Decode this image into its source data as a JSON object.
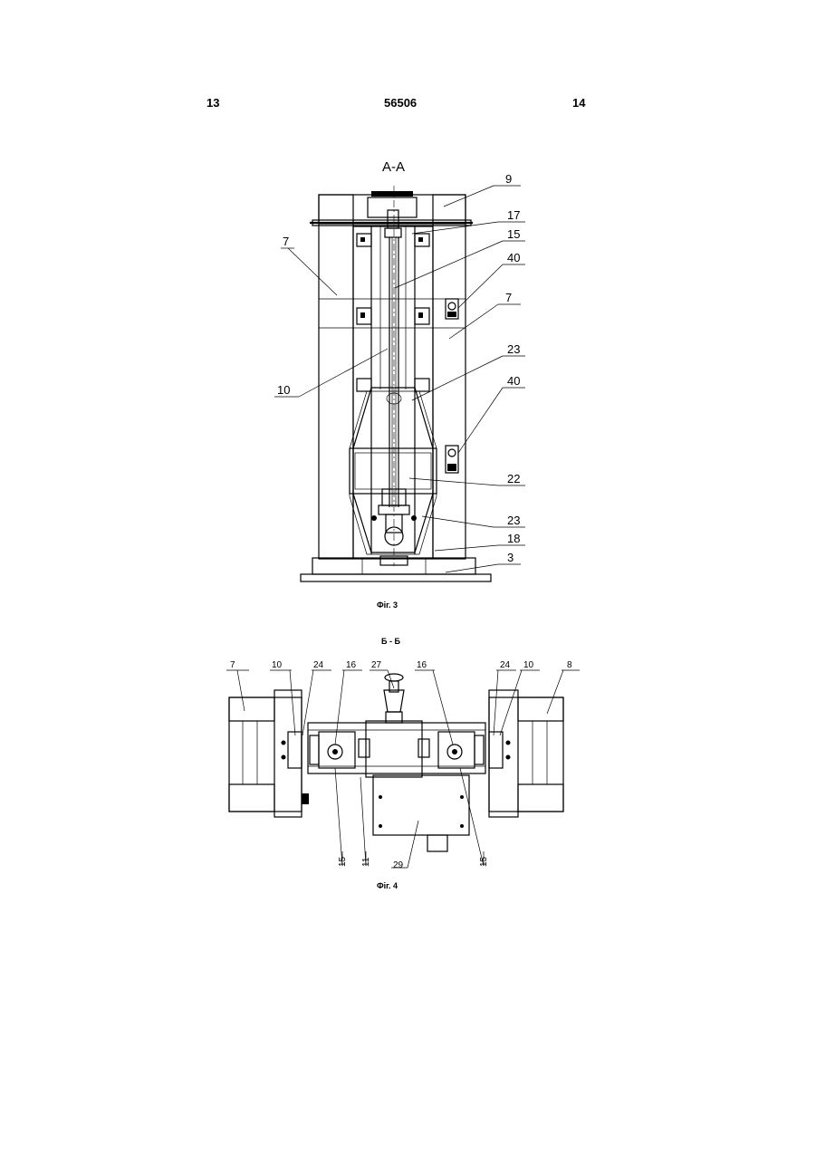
{
  "header": {
    "page_left": "13",
    "patent_number": "56506",
    "page_right": "14"
  },
  "fig3": {
    "section_label": "А-А",
    "caption": "Фіг. 3",
    "labels": {
      "l9": "9",
      "l17": "17",
      "l15": "15",
      "l7a": "7",
      "l40a": "40",
      "l7b": "7",
      "l23a": "23",
      "l10": "10",
      "l40b": "40",
      "l22": "22",
      "l23b": "23",
      "l18": "18",
      "l3": "3"
    }
  },
  "fig4": {
    "section_label": "Б - Б",
    "caption": "Фіг. 4",
    "labels": {
      "l7": "7",
      "l10a": "10",
      "l24a": "24",
      "l16a": "16",
      "l27": "27",
      "l16b": "16",
      "l24b": "24",
      "l10b": "10",
      "l8": "8",
      "l15a": "15",
      "l11": "11",
      "l29": "29",
      "l15b": "15"
    }
  }
}
